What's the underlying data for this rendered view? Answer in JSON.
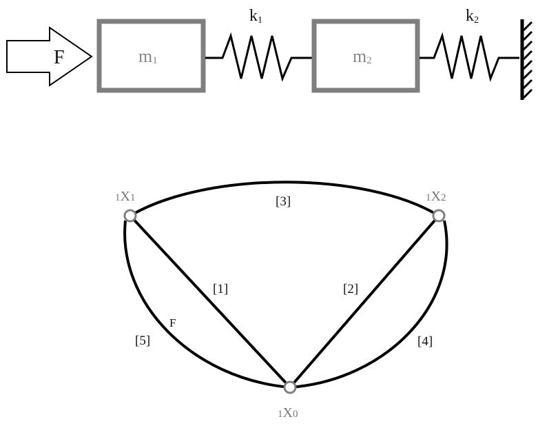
{
  "mechanical": {
    "force": {
      "label": "F"
    },
    "mass1": {
      "symbol": "m",
      "subscript": "1"
    },
    "mass2": {
      "symbol": "m",
      "subscript": "2"
    },
    "spring1": {
      "symbol": "k",
      "subscript": "1"
    },
    "spring2": {
      "symbol": "k",
      "subscript": "2"
    },
    "wall": "fixed-support"
  },
  "graph": {
    "nodes": {
      "x1": {
        "prefix": "1",
        "label": "X",
        "subscript": "1"
      },
      "x2": {
        "prefix": "1",
        "label": "X",
        "subscript": "2"
      },
      "x0": {
        "prefix": "1",
        "label": "X",
        "subscript": "0"
      }
    },
    "edges": {
      "e1": "[1]",
      "e2": "[2]",
      "e3": "[3]",
      "e4": "[4]",
      "e5": "[5]"
    },
    "force_label": "F"
  },
  "colors": {
    "line": "#000000",
    "mass_border": "#7f7f7f",
    "node_ring": "#7f7f7f",
    "label_gray": "#888888"
  }
}
